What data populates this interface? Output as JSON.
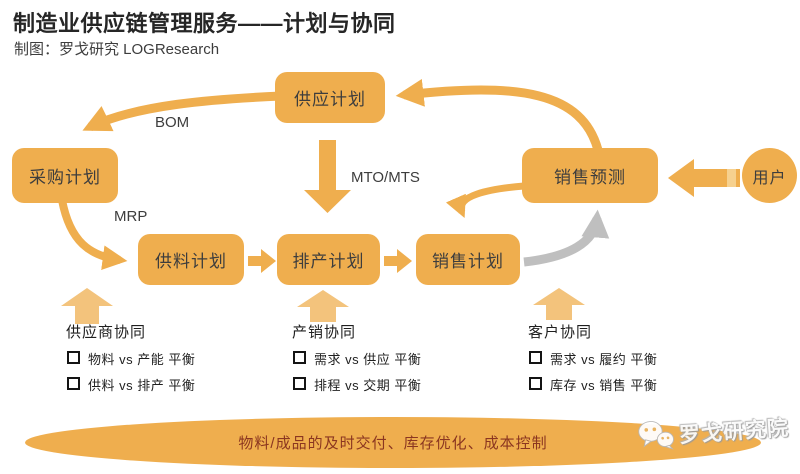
{
  "title": "制造业供应链管理服务——计划与协同",
  "subtitle": "制图：罗戈研究 LOGResearch",
  "nodes": {
    "supply_plan": "供应计划",
    "procurement_plan": "采购计划",
    "sales_forecast": "销售预测",
    "user": "用户",
    "material_supply_plan": "供料计划",
    "production_schedule_plan": "排产计划",
    "sales_plan": "销售计划"
  },
  "edge_labels": {
    "bom": "BOM",
    "mto_mts": "MTO/MTS",
    "mrp": "MRP"
  },
  "sections": [
    {
      "title": "供应商协同",
      "items": [
        "物料 vs 产能 平衡",
        "供料 vs 排产 平衡"
      ]
    },
    {
      "title": "产销协同",
      "items": [
        "需求 vs 供应 平衡",
        "排程 vs 交期 平衡"
      ]
    },
    {
      "title": "客户协同",
      "items": [
        "需求 vs 履约 平衡",
        "库存 vs 销售 平衡"
      ]
    }
  ],
  "banner": {
    "text": "物料/成品的及时交付、库存优化、成本控制"
  },
  "watermark": {
    "text": "罗戈研究院"
  },
  "colors": {
    "orange": "#EFAE4E",
    "light_orange": "#F3C37C",
    "gray_arrow": "#BFBFBF",
    "dark_text": "#3d3d3d",
    "banner_text": "#8B3620"
  }
}
